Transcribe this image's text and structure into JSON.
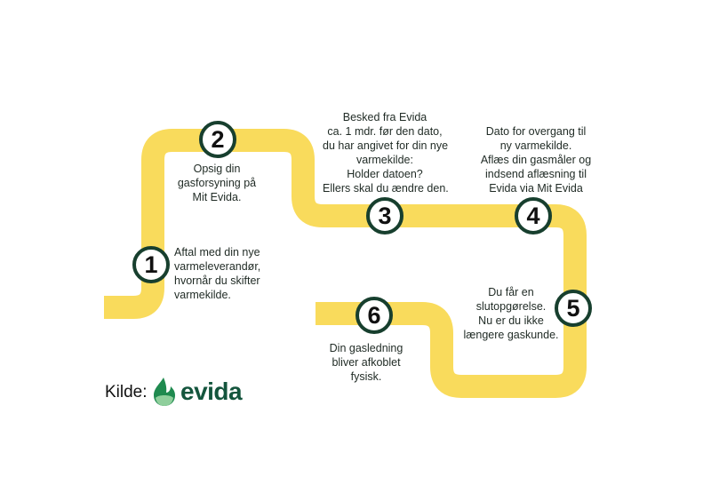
{
  "steps": [
    {
      "number": "1",
      "text": [
        "Aftal med din nye",
        "varmeleverandør,",
        "hvornår du skifter",
        "varmekilde."
      ]
    },
    {
      "number": "2",
      "text": [
        "Opsig din",
        "gasforsyning på",
        "Mit Evida."
      ]
    },
    {
      "number": "3",
      "text": [
        "Besked fra Evida",
        "ca. 1 mdr. før den dato,",
        "du har angivet for din nye",
        "varmekilde:",
        "Holder datoen?",
        "Ellers skal du ændre den."
      ]
    },
    {
      "number": "4",
      "text": [
        "Dato for overgang til",
        "ny varmekilde.",
        "Aflæs din gasmåler og",
        "indsend aflæsning til",
        "Evida via Mit Evida"
      ]
    },
    {
      "number": "5",
      "text": [
        "Du får en",
        "slutopgørelse.",
        "Nu er du ikke",
        "længere gaskunde."
      ]
    },
    {
      "number": "6",
      "text": [
        "Din gasledning",
        "bliver afkoblet",
        "fysisk."
      ]
    }
  ],
  "source": {
    "label": "Kilde:",
    "logo_text": "evida"
  },
  "colors": {
    "path": "#f9db5c",
    "circle_border": "#173f2e",
    "brand": "#14553d"
  }
}
